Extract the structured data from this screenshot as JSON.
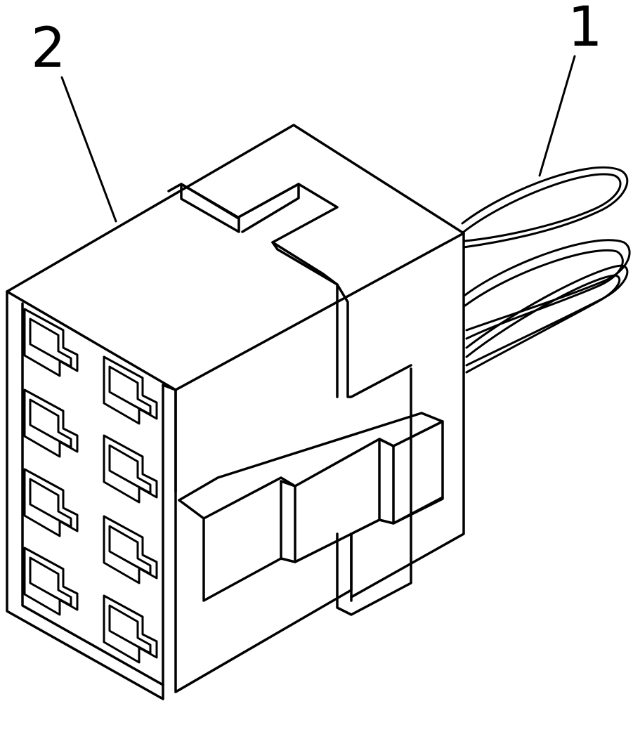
{
  "figure": {
    "callouts": [
      {
        "id": "1",
        "label": "1",
        "refers_to": "wires"
      },
      {
        "id": "2",
        "label": "2",
        "refers_to": "connector-housing"
      }
    ],
    "terminal_cavities": 8,
    "ink_color": "#000000",
    "background_color": "#ffffff"
  }
}
